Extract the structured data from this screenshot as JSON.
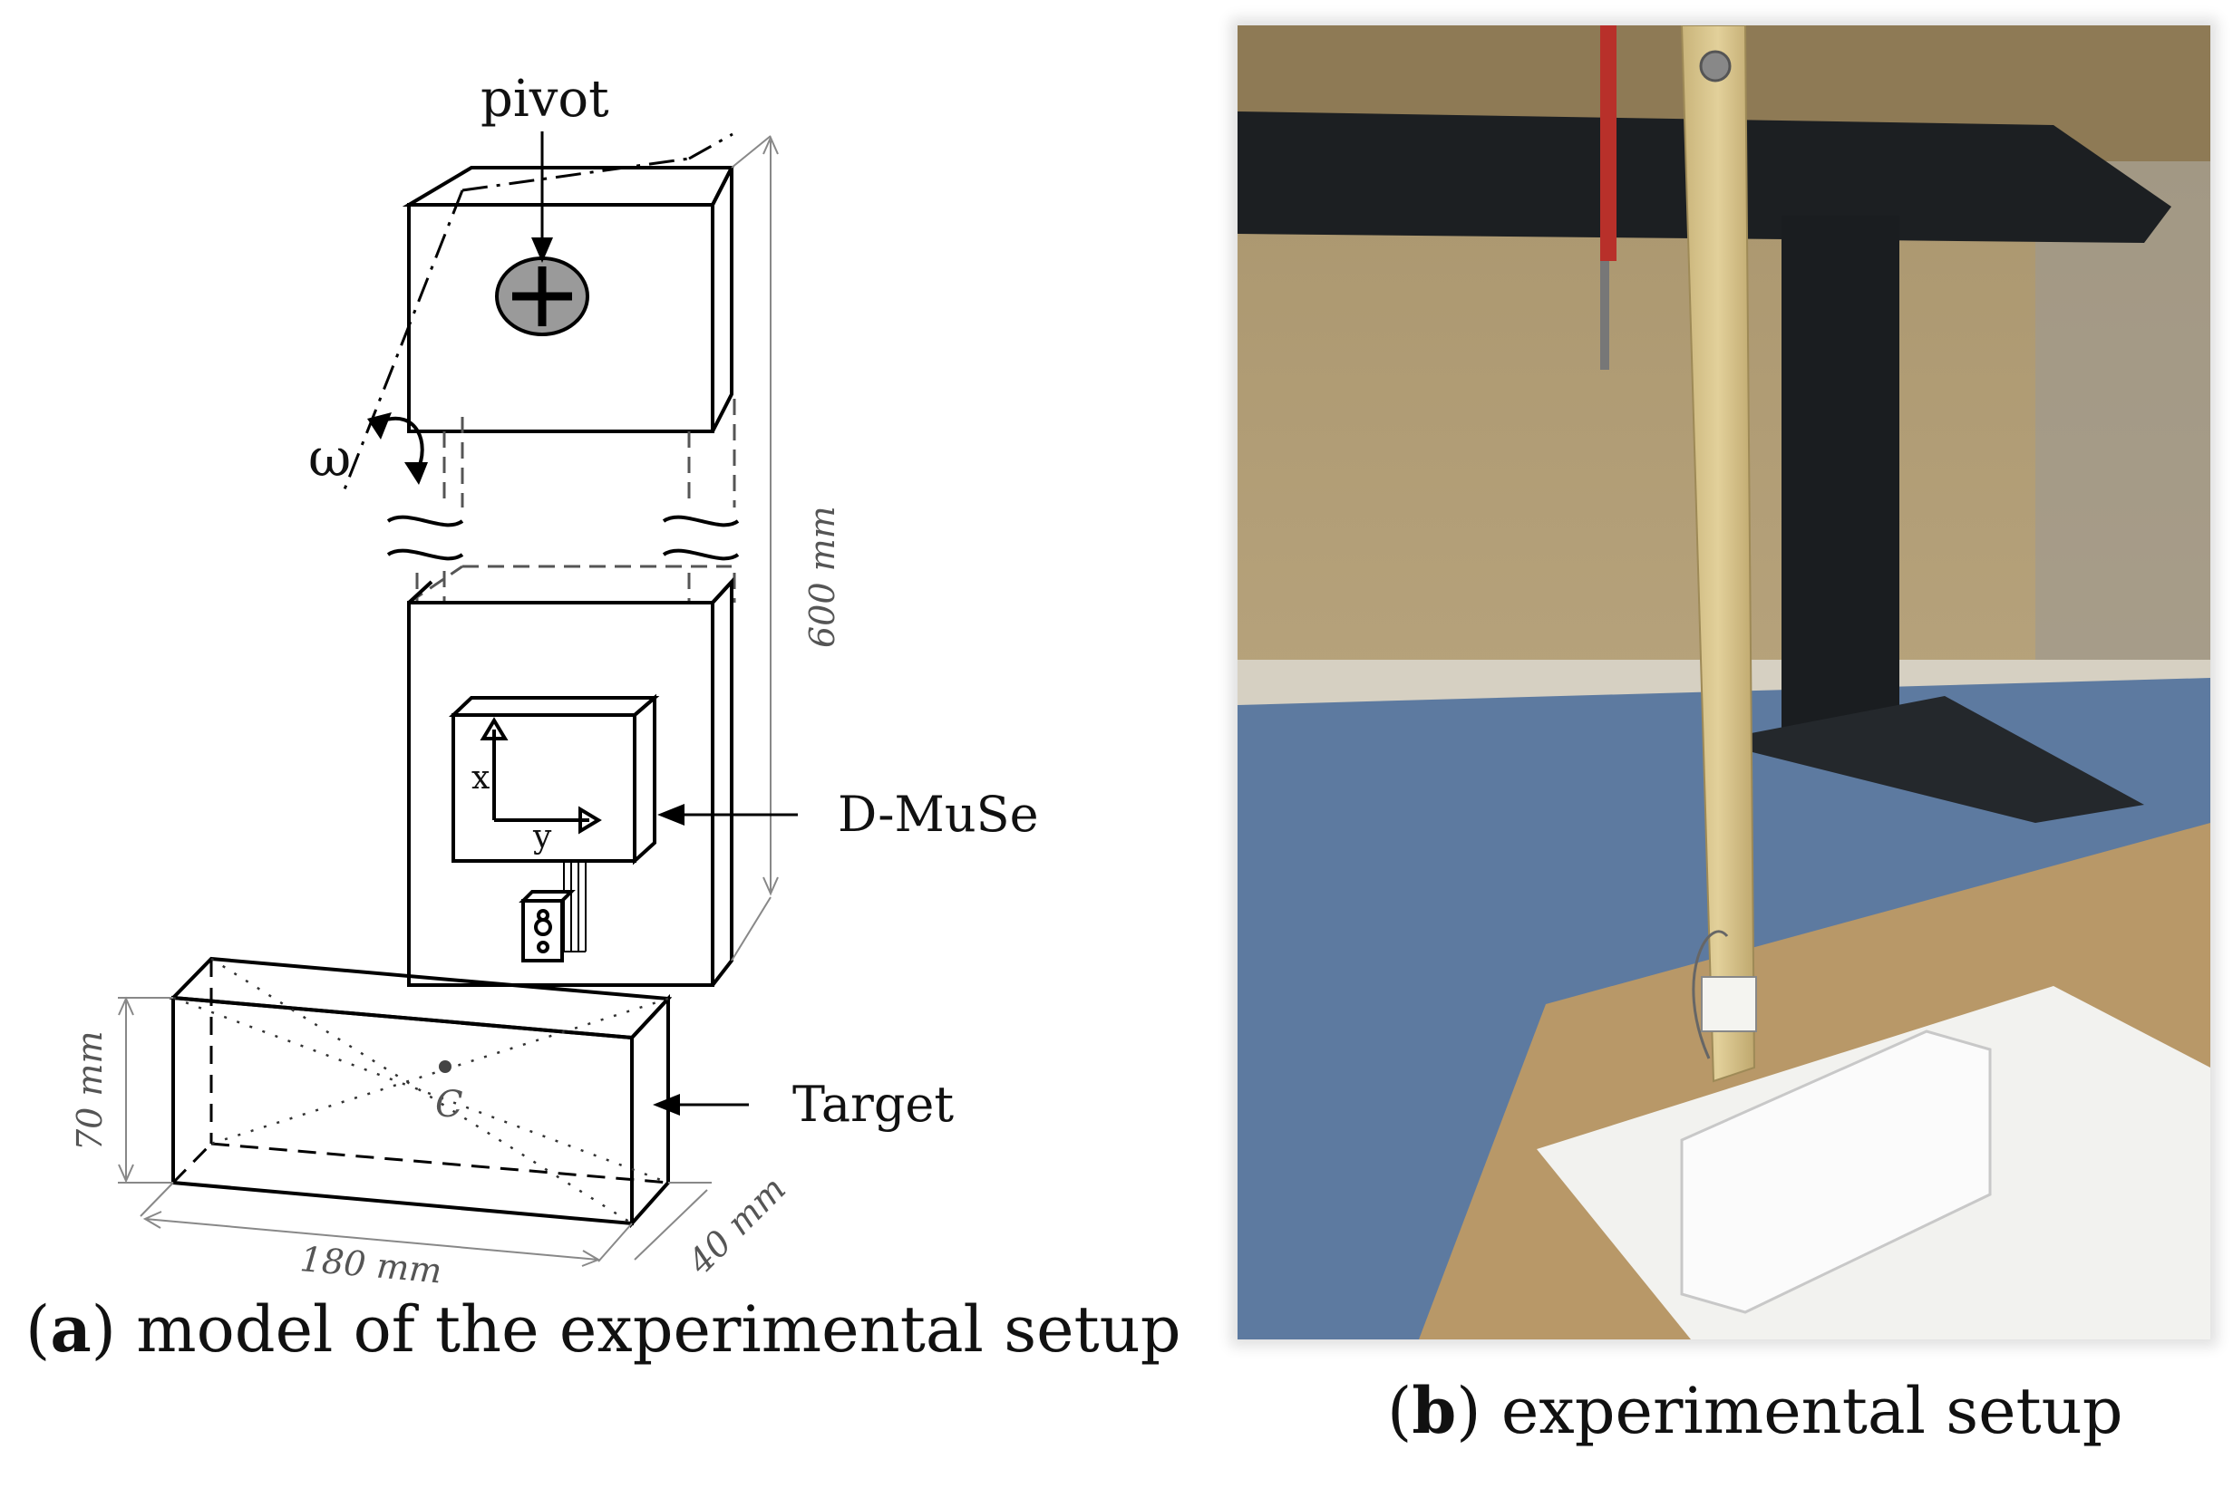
{
  "panel_a": {
    "labels": {
      "pivot": "pivot",
      "omega": "ω",
      "x_axis": "x",
      "y_axis": "y",
      "dmuse": "D-MuSe",
      "target": "Target",
      "center": "C"
    },
    "dimensions": {
      "length": "600 mm",
      "height": "70 mm",
      "width": "180 mm",
      "depth": "40 mm"
    },
    "caption": {
      "letter": "a",
      "text": "model of the experimental setup"
    }
  },
  "panel_b": {
    "caption": {
      "letter": "b",
      "text": "experimental setup"
    }
  },
  "colors": {
    "pivot_fill": "#9a9a9a",
    "floor": "#5d7aa0",
    "wall": "#b9a57e",
    "wood": "#d8c48a"
  }
}
